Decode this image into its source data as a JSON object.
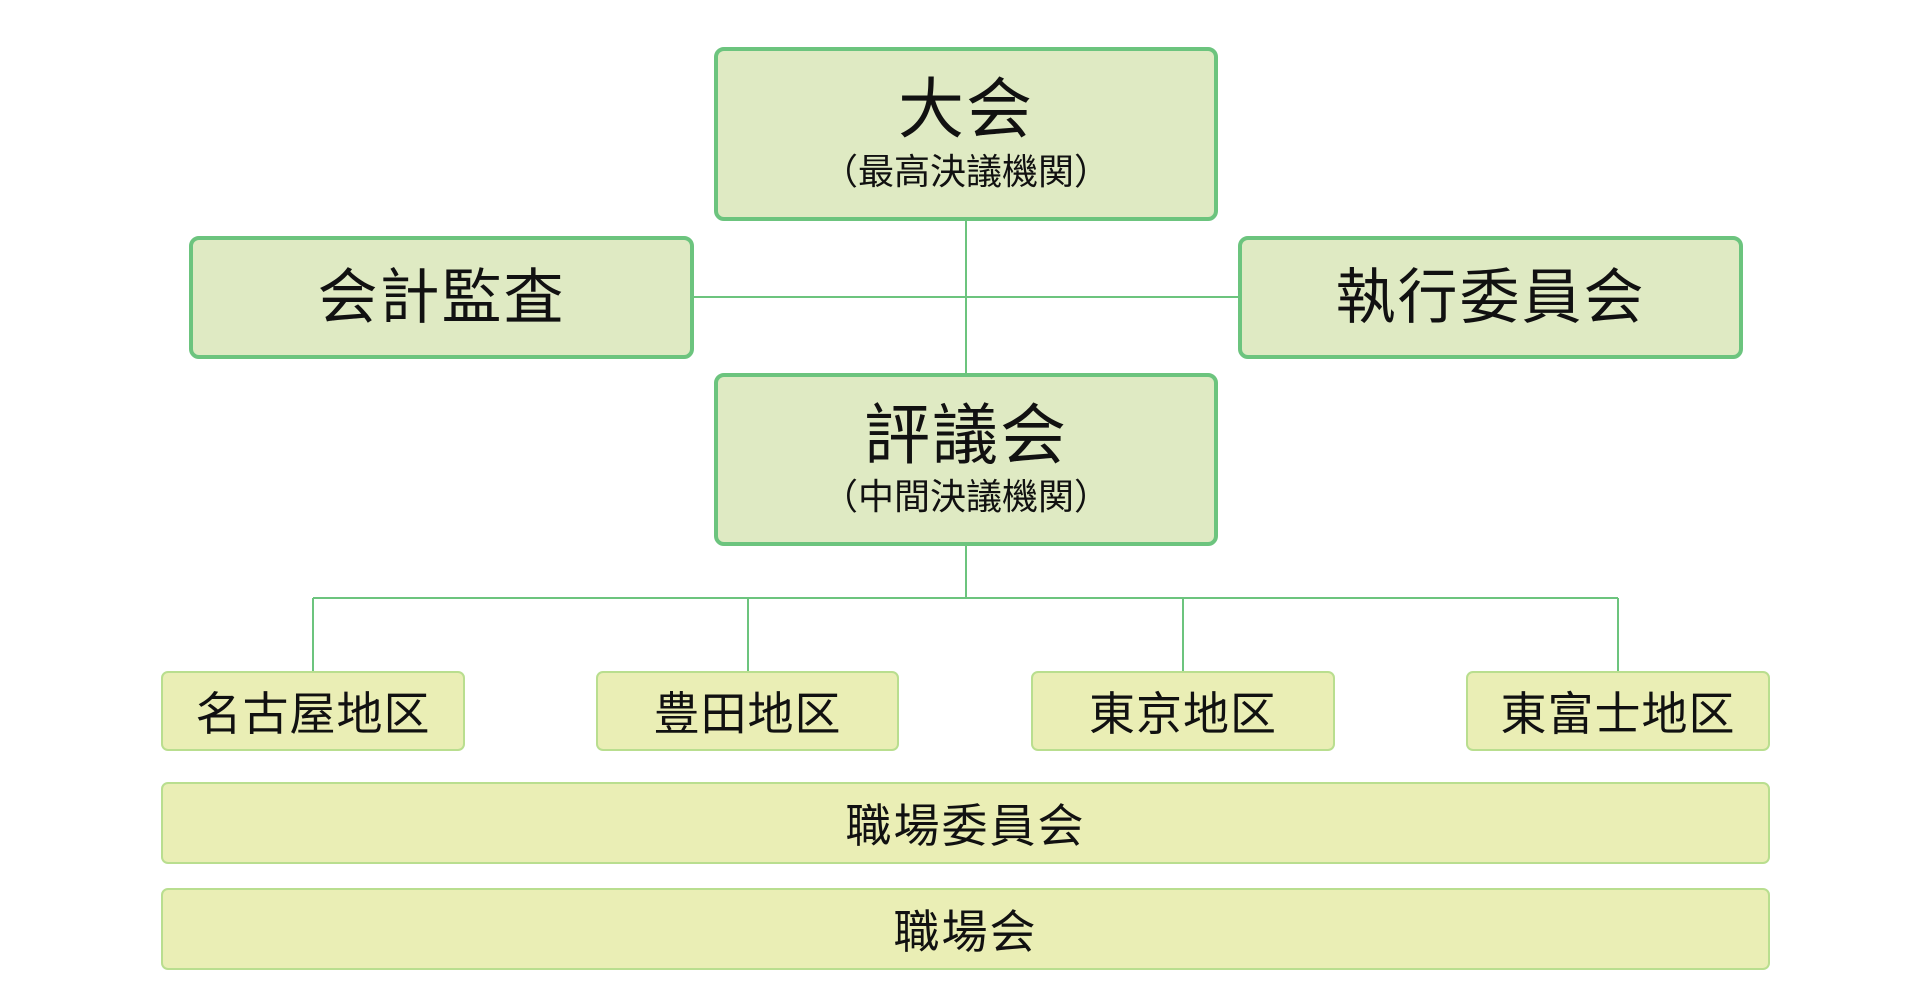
{
  "colors": {
    "main_fill": "#dfeac3",
    "main_border": "#6cc47e",
    "sub_fill": "#eaeeb5",
    "sub_border": "#b9de8f",
    "connector": "#6cc47e"
  },
  "nodes": {
    "taikai": {
      "title": "大会",
      "subtitle": "（最高決議機関）"
    },
    "kansa": {
      "title": "会計監査"
    },
    "shikkou": {
      "title": "執行委員会"
    },
    "hyougi": {
      "title": "評議会",
      "subtitle": "（中間決議機関）"
    }
  },
  "regions": [
    {
      "label": "名古屋地区"
    },
    {
      "label": "豊田地区"
    },
    {
      "label": "東京地区"
    },
    {
      "label": "東富士地区"
    }
  ],
  "bars": [
    {
      "label": "職場委員会"
    },
    {
      "label": "職場会"
    }
  ],
  "links": [
    {
      "from": "大会",
      "to": "評議会"
    },
    {
      "from": "会計監査",
      "to": "執行委員会"
    },
    {
      "from": "評議会",
      "to": "名古屋地区"
    },
    {
      "from": "評議会",
      "to": "豊田地区"
    },
    {
      "from": "評議会",
      "to": "東京地区"
    },
    {
      "from": "評議会",
      "to": "東富士地区"
    }
  ]
}
